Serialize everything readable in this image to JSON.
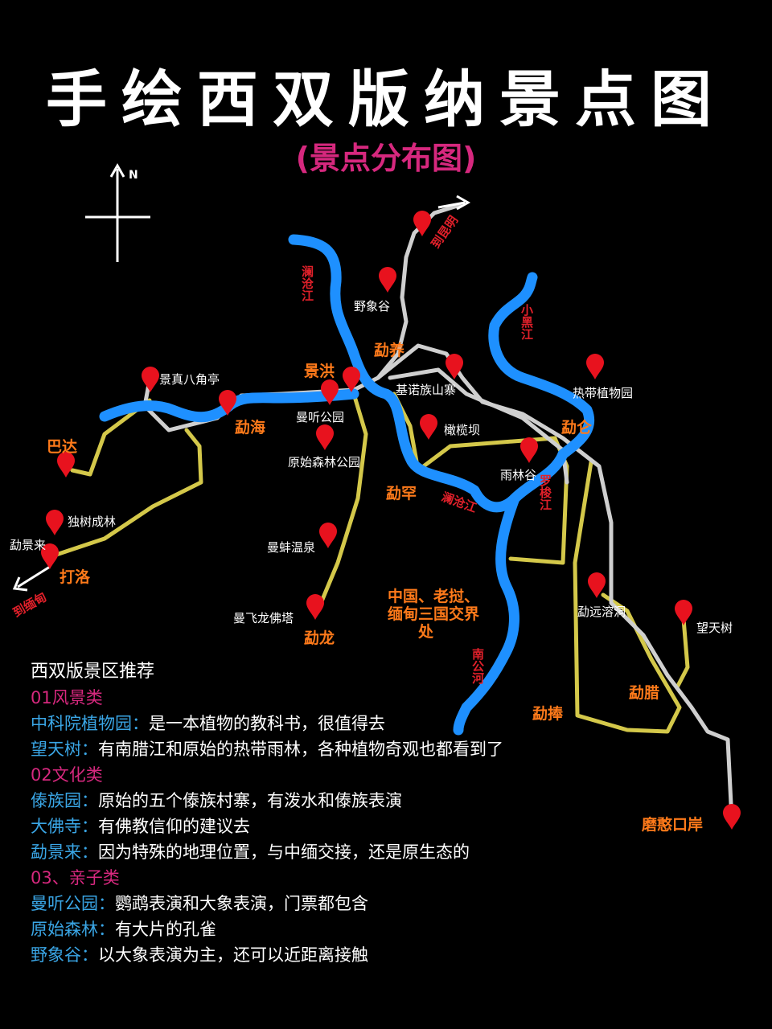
{
  "title": "手绘西双版纳景点图",
  "subtitle": "(景点分布图)",
  "compass": {
    "north": "N"
  },
  "rivers": [
    "澜沧江",
    "小黑江",
    "罗梭江",
    "澜沧江",
    "南公河"
  ],
  "towns": [
    "景洪",
    "勐养",
    "勐海",
    "巴达",
    "打洛",
    "勐罕",
    "勐龙",
    "勐仑",
    "勐腊",
    "勐捧",
    "磨憨口岸"
  ],
  "spots": [
    "野象谷",
    "景真八角亭",
    "曼听公园",
    "基诺族山寨",
    "橄榄坝",
    "原始森林公园",
    "热带植物园",
    "雨林谷",
    "独树成林",
    "勐景来",
    "曼蚌温泉",
    "曼飞龙佛塔",
    "勐远溶洞",
    "望天树"
  ],
  "directions": [
    "到昆明",
    "到缅甸"
  ],
  "border_label": "中国、老挝、缅甸三国交界处",
  "colors": {
    "river": "#1e90ff",
    "road": "#c8c8c8",
    "road_secondary": "#d4c84a",
    "pin": "#e8121e",
    "town": "#ff7a1a",
    "category": "#d6287e",
    "name": "#3aa6e6"
  },
  "recommend": {
    "heading": "西双版景区推荐",
    "categories": [
      {
        "label": "01风景类",
        "items": [
          {
            "name": "中科院植物园：",
            "desc": "是一本植物的教科书，很值得去"
          },
          {
            "name": "望天树：",
            "desc": "有南腊江和原始的热带雨林，各种植物奇观也都看到了"
          }
        ]
      },
      {
        "label": "02文化类",
        "items": [
          {
            "name": "傣族园：",
            "desc": "原始的五个傣族村寨，有泼水和傣族表演"
          },
          {
            "name": "大佛寺：",
            "desc": "有佛教信仰的建议去"
          },
          {
            "name": "勐景来：",
            "desc": "因为特殊的地理位置，与中缅交接，还是原生态的"
          }
        ]
      },
      {
        "label": "03、亲子类",
        "items": [
          {
            "name": "曼听公园：",
            "desc": "鹦鹉表演和大象表演，门票都包含"
          },
          {
            "name": "原始森林：",
            "desc": "有大片的孔雀"
          },
          {
            "name": "野象谷：",
            "desc": "以大象表演为主，还可以近距离接触"
          }
        ]
      }
    ]
  }
}
